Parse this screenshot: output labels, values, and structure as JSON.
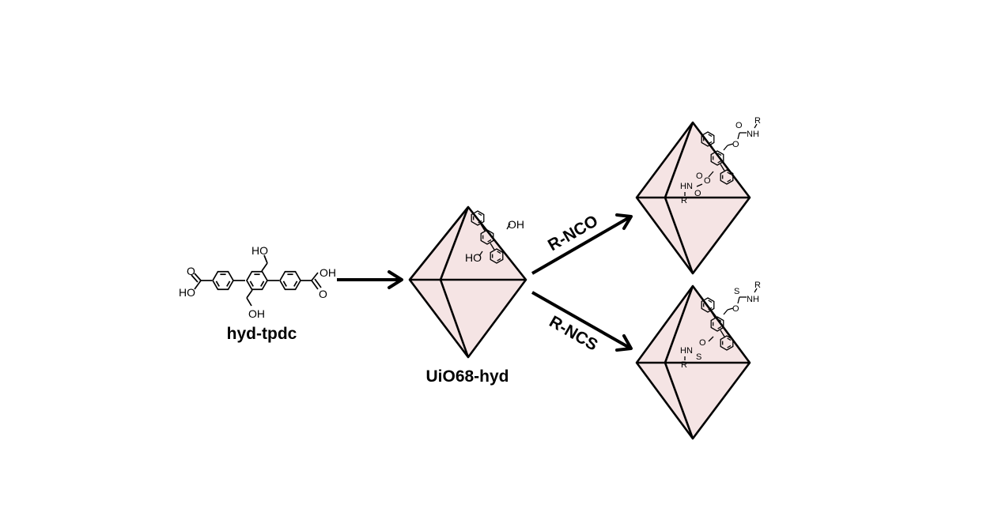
{
  "labels": {
    "linker": "hyd-tpdc",
    "mof": "UiO68-hyd",
    "reagent_top": "R-NCO",
    "reagent_bottom": "R-NCS"
  },
  "atoms": {
    "O": "O",
    "HO": "HO",
    "OH": "OH",
    "S": "S",
    "NH": "NH",
    "HN": "HN",
    "R": "R"
  }
}
